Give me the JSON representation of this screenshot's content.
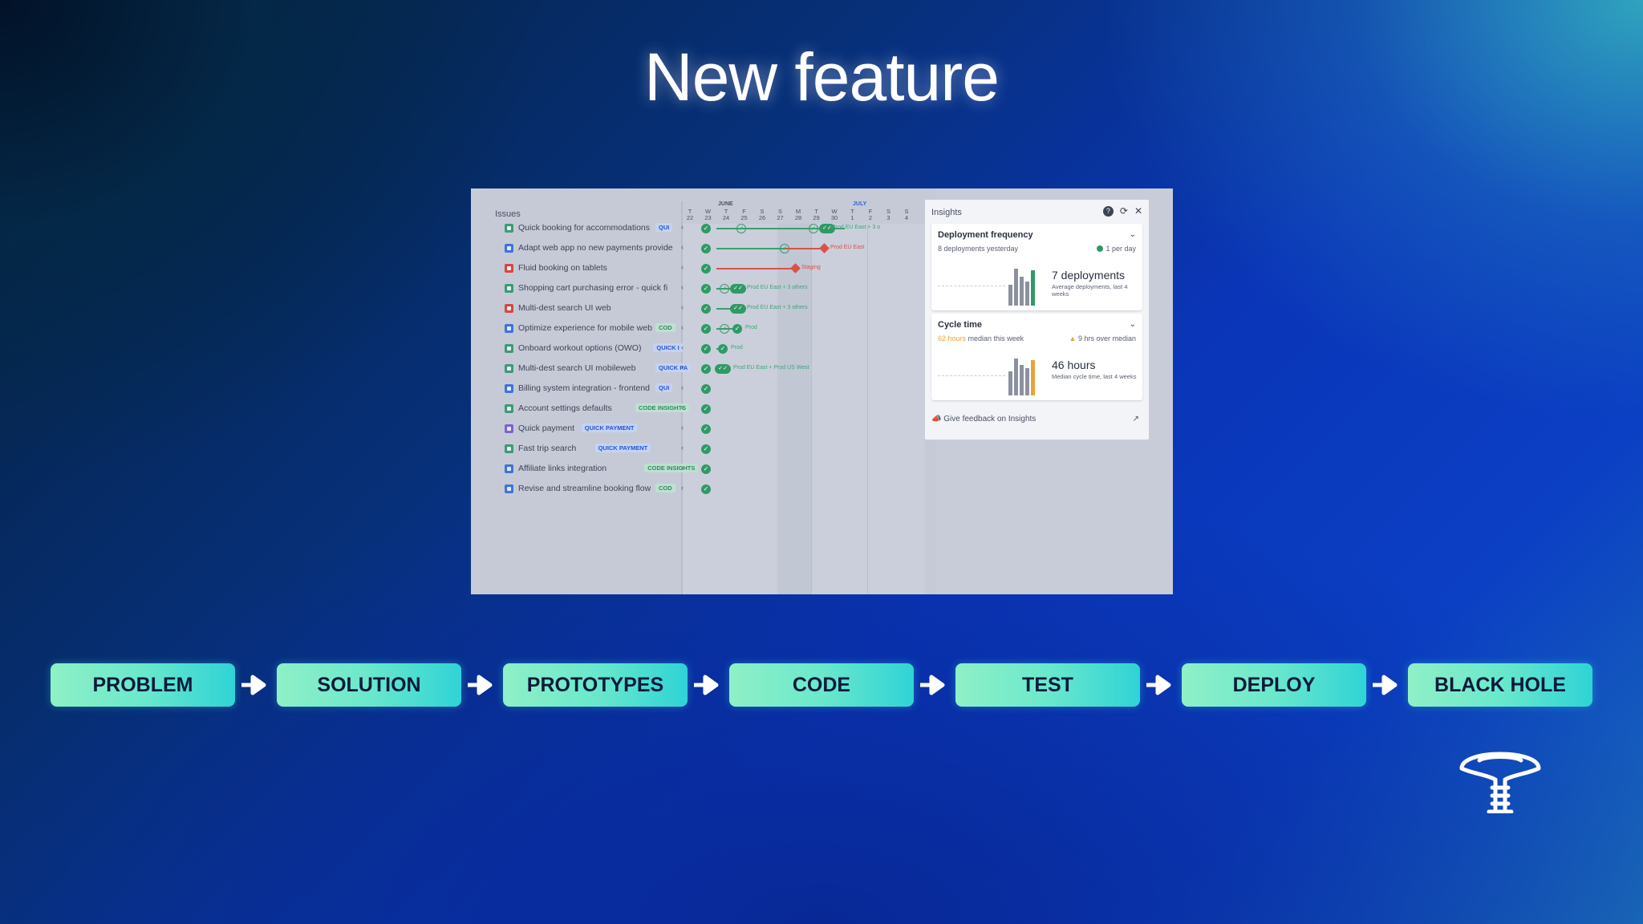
{
  "title": "New feature",
  "screenshot": {
    "issues_header": "Issues",
    "months": [
      "JUNE",
      "JULY"
    ],
    "days": [
      {
        "w": "T",
        "d": "22"
      },
      {
        "w": "W",
        "d": "23"
      },
      {
        "w": "T",
        "d": "24"
      },
      {
        "w": "F",
        "d": "25"
      },
      {
        "w": "S",
        "d": "26"
      },
      {
        "w": "S",
        "d": "27"
      },
      {
        "w": "M",
        "d": "28"
      },
      {
        "w": "T",
        "d": "29"
      },
      {
        "w": "W",
        "d": "30"
      },
      {
        "w": "T",
        "d": "1"
      },
      {
        "w": "F",
        "d": "2"
      },
      {
        "w": "S",
        "d": "3"
      },
      {
        "w": "S",
        "d": "4"
      }
    ],
    "rows": [
      {
        "label": "Quick booking for accommodations",
        "tag": "QUI",
        "icon": "story",
        "ann": "Prod EU East + 3 o"
      },
      {
        "label": "Adapt web app no new payments provide",
        "tag": "",
        "icon": "subtask",
        "ann": "Prod EU East"
      },
      {
        "label": "Fluid booking on tablets",
        "tag": "",
        "icon": "bug",
        "ann": "Staging"
      },
      {
        "label": "Shopping cart purchasing error - quick fi",
        "tag": "",
        "icon": "story",
        "ann": "Prod EU East + 3 others"
      },
      {
        "label": "Multi-dest search UI web",
        "tag": "",
        "icon": "bug",
        "ann": "Prod EU East + 3 others"
      },
      {
        "label": "Optimize experience for mobile web",
        "tag": "COD",
        "icon": "task",
        "ann": "Prod"
      },
      {
        "label": "Onboard workout options (OWO)",
        "tag": "QUICK I",
        "icon": "story",
        "ann": "Prod"
      },
      {
        "label": "Multi-dest search UI mobileweb",
        "tag": "QUICK PA",
        "icon": "story",
        "ann": "Prod EU East + Prod US West"
      },
      {
        "label": "Billing system integration - frontend",
        "tag": "QUI",
        "icon": "task",
        "ann": ""
      },
      {
        "label": "Account settings defaults",
        "tag": "CODE INSIGHTS",
        "icon": "story",
        "ann": ""
      },
      {
        "label": "Quick payment",
        "tag": "QUICK PAYMENT",
        "icon": "epic",
        "ann": ""
      },
      {
        "label": "Fast trip search",
        "tag": "QUICK PAYMENT",
        "icon": "story",
        "ann": ""
      },
      {
        "label": "Affiliate links integration",
        "tag": "CODE INSIGHTS",
        "icon": "subtask",
        "ann": ""
      },
      {
        "label": "Revise and streamline booking flow",
        "tag": "COD",
        "icon": "task",
        "ann": ""
      }
    ],
    "insights": {
      "title": "Insights",
      "deployment": {
        "title": "Deployment frequency",
        "sub": "8 deployments yesterday",
        "rate": "1 per day",
        "big": "7 deployments",
        "small": "Average deployments, last 4 weeks"
      },
      "cycle": {
        "title": "Cycle time",
        "hours": "62 hours",
        "sub_rest": "median this week",
        "over": "9 hrs over median",
        "big": "46 hours",
        "small": "Median cycle time, last 4 weeks"
      },
      "feedback": "Give feedback on Insights"
    }
  },
  "pipeline": [
    "PROBLEM",
    "SOLUTION",
    "PROTOTYPES",
    "CODE",
    "TEST",
    "DEPLOY",
    "BLACK HOLE"
  ],
  "colors": {
    "pipeline_start": "#8ff0c6",
    "pipeline_end": "#2fd3d6",
    "background_deep": "#0a35b8",
    "accent_teal": "#3cc8be"
  }
}
